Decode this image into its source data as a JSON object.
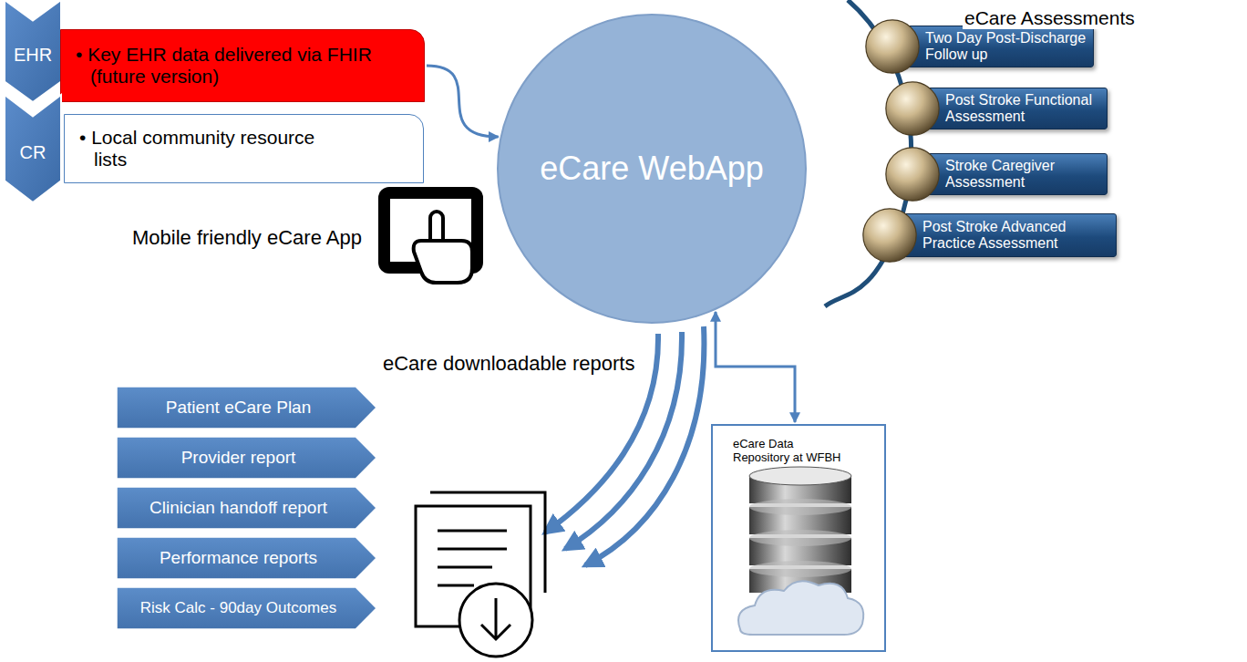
{
  "diagram": {
    "nodes": [
      {
        "text": [
          "EHR"
        ]
      },
      {
        "text": [
          "• Key EHR data delivered via FHIR (future version)"
        ]
      },
      {
        "text": [
          "CR"
        ]
      },
      {
        "text": [
          "• Local community resource lists"
        ]
      },
      {
        "text": [
          "eCare WebApp"
        ]
      },
      {
        "text": [
          "Two Day Post-Discharge Follow up"
        ]
      },
      {
        "text": [
          "Post Stroke Functional Assessment"
        ]
      },
      {
        "text": [
          "Stroke Caregiver Assessment"
        ]
      },
      {
        "text": [
          "Post Stroke Advanced Practice Assessment"
        ]
      },
      {
        "text": [
          "Patient eCare Plan"
        ]
      },
      {
        "text": [
          "Provider report"
        ]
      },
      {
        "text": [
          "Clinician handoff report"
        ]
      },
      {
        "text": [
          "Performance reports"
        ]
      },
      {
        "text": [
          "Risk Calc - 90day Outcomes"
        ]
      },
      {
        "text": [
          "eCare Data Repository at WFBH"
        ]
      }
    ],
    "edges": [
      {
        "from": 1,
        "to": 4,
        "arrow": "to"
      },
      {
        "from": 4,
        "to": 14,
        "arrow": "both"
      }
    ],
    "labels": [
      "eCare Assessments",
      "Mobile friendly eCare App",
      "eCare downloadable reports"
    ]
  }
}
